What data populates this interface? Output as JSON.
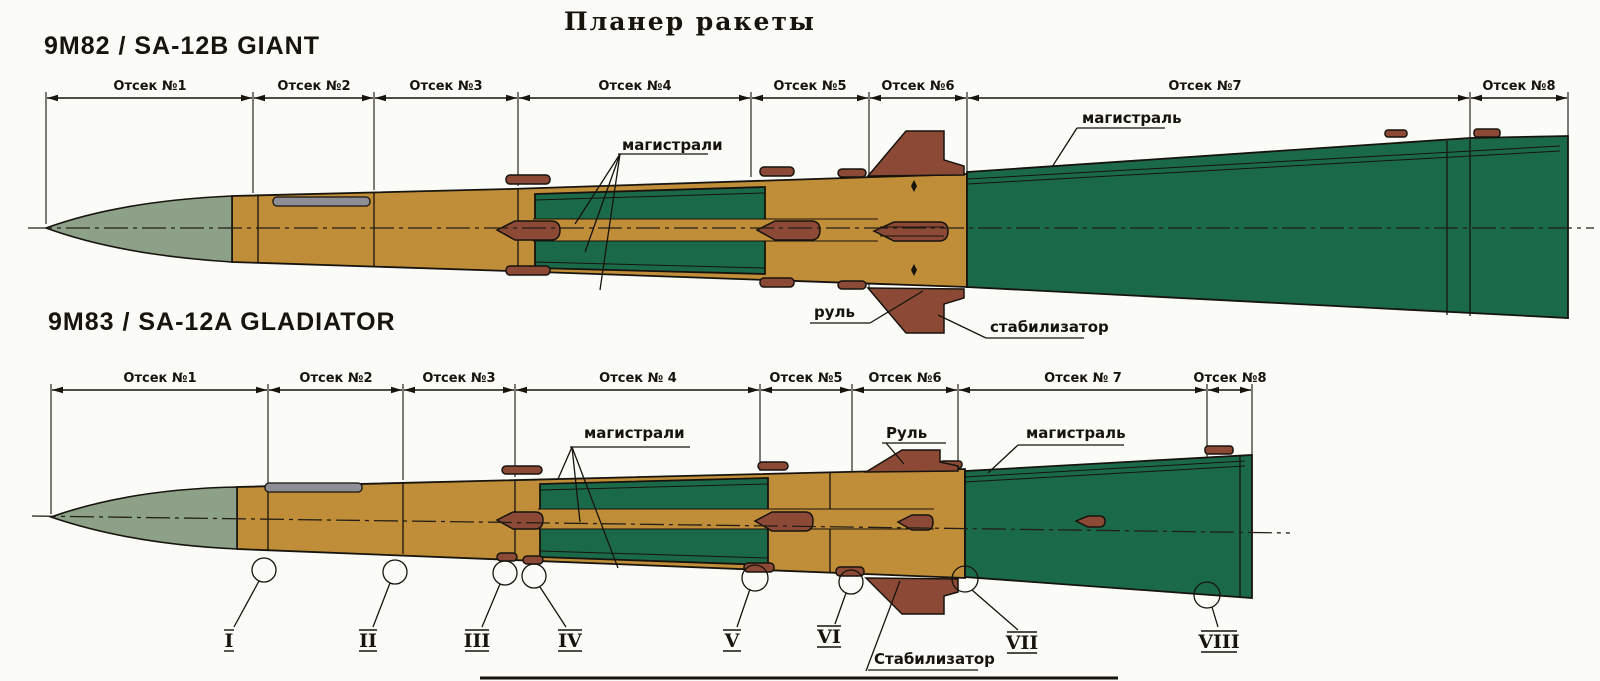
{
  "title": "Планер ракеты",
  "top_missile": {
    "name": "9M82 / SA-12B GIANT",
    "sections": [
      "Отсек №1",
      "Отсек №2",
      "Отсек №3",
      "Отсек №4",
      "Отсек №5",
      "Отсек №6",
      "Отсек №7",
      "Отсек №8"
    ],
    "callouts": {
      "pipelines": "магистрали",
      "pipeline": "магистраль",
      "rudder": "руль",
      "stabilizer": "стабилизатор"
    }
  },
  "bottom_missile": {
    "name": "9M83 / SA-12A GLADIATOR",
    "sections": [
      "Отсек №1",
      "Отсек №2",
      "Отсек №3",
      "Отсек № 4",
      "Отсек №5",
      "Отсек №6",
      "Отсек № 7",
      "Отсек №8"
    ],
    "callouts": {
      "pipelines": "магистрали",
      "pipeline": "магистраль",
      "rudder": "Руль",
      "stabilizer": "Стабилизатор"
    },
    "markers": [
      "I",
      "II",
      "III",
      "IV",
      "V",
      "VI",
      "VII",
      "VIII"
    ]
  },
  "colors": {
    "nose": "#8da189",
    "body": "#c08d38",
    "booster": "#1a6a4a",
    "fins": "#8c4a36",
    "hatch": "#8e8e96",
    "ink": "#17130d"
  }
}
